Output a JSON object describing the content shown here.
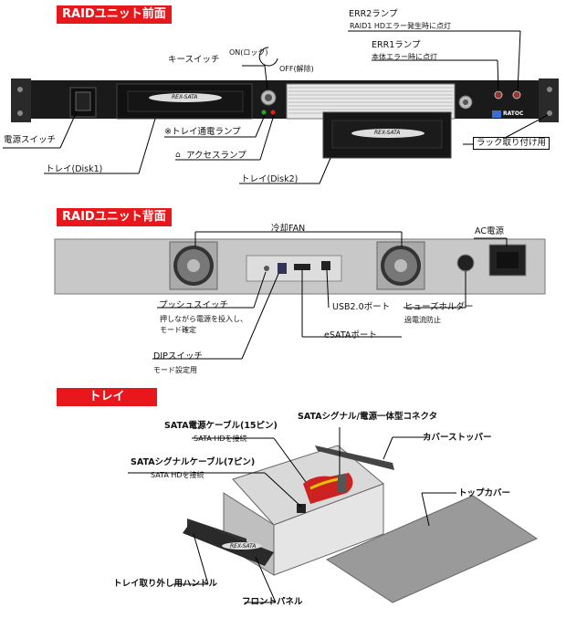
{
  "front": {
    "section_title": "RAIDユニット前面",
    "key_switch": "キースイッチ",
    "on_lock": "ON(ロック)",
    "off_release": "OFF(解除)",
    "err2_title": "ERR2ランプ",
    "err2_desc": "RAID1 HDエラー発生時に点灯",
    "err1_title": "ERR1ランプ",
    "err1_desc": "本体エラー時に点灯",
    "power_switch": "電源スイッチ",
    "tray_power_lamp": "※トレイ通電ランプ",
    "access_lamp": "アクセスランプ",
    "tray_disk1": "トレイ(Disk1)",
    "tray_disk2": "トレイ(Disk2)",
    "rack_mount": "ラック取り付け用",
    "tray_brand": "REX-SATA",
    "logo": "RATOC"
  },
  "rear": {
    "section_title": "RAIDユニット背面",
    "cooling_fan": "冷却FAN",
    "ac_power": "AC電源",
    "push_switch": "プッシュスイッチ",
    "push_switch_desc1": "押しながら電源を投入し、",
    "push_switch_desc2": "モード確定",
    "usb_port": "USB2.0ポート",
    "fuse_holder": "ヒューズホルダー",
    "fuse_desc": "過電流防止",
    "esata_port": "eSATAポート",
    "dip_switch": "DIPスイッチ",
    "dip_desc": "モード設定用"
  },
  "tray": {
    "section_title": "トレイ",
    "sata_power_cable": "SATA電源ケーブル(15ピン)",
    "sata_power_desc": "SATA HDを接続",
    "sata_signal_power_connector": "SATAシグナル/電源一体型コネクタ",
    "cover_stopper": "カバーストッパー",
    "sata_signal_cable": "SATAシグナルケーブル(7ピン)",
    "sata_signal_desc": "SATA HDを接続",
    "top_cover": "トップカバー",
    "handle": "トレイ取り外し用ハンドル",
    "front_panel": "フロントパネル",
    "brand": "REX-SATA"
  }
}
